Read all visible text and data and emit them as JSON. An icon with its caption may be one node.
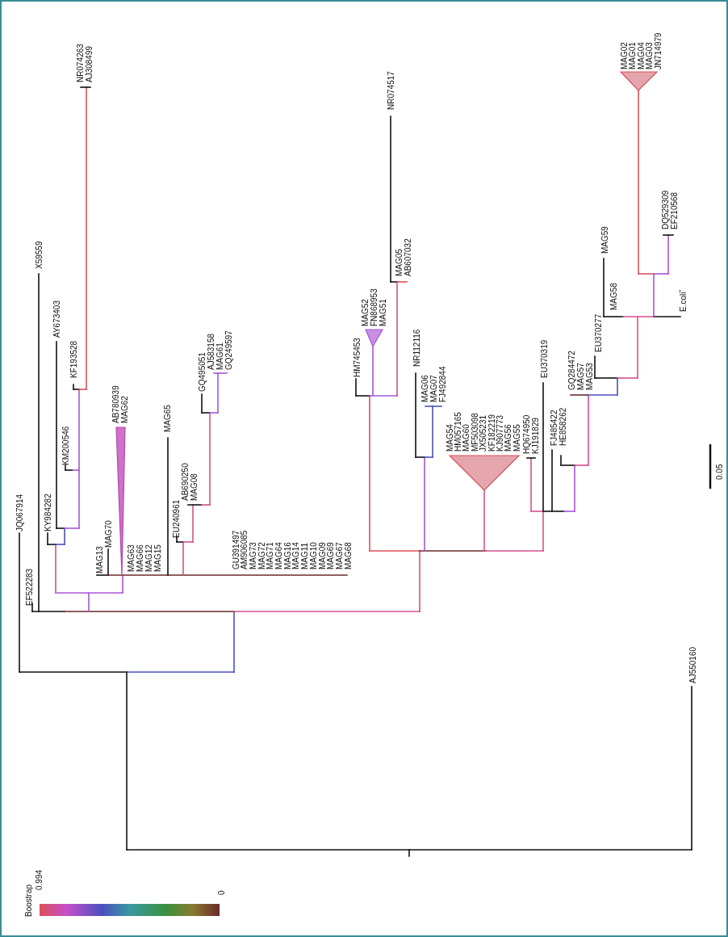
{
  "diagram": {
    "labels": [
      "JQ067914",
      "EF522283",
      "KY984282",
      "X59559",
      "AY673403",
      "KM200546",
      "KF193528",
      "NR074263",
      "AJ308499",
      "MAG13",
      "MAG70",
      "AB780939",
      "MAG62",
      "MAG63",
      "MAG66",
      "MAG12",
      "MAG15",
      "MAG65",
      "EU240961",
      "AB690250",
      "MAG08",
      "GQ495051",
      "AJ583158",
      "MAG61",
      "GQ249597",
      "GU391497",
      "AM906085",
      "MAG73",
      "MAG72",
      "MAG71",
      "MAG64",
      "MAG16",
      "MAG14",
      "MAG11",
      "MAG10",
      "MAG09",
      "MAG69",
      "MAG67",
      "MAG68",
      "HM745453",
      "MAG52",
      "FN868953",
      "MAG51",
      "NR074517",
      "MAG05",
      "AB607032",
      "NR112116",
      "MAG06",
      "MAG07",
      "FJ492844",
      "MAG54",
      "HM057165",
      "MAG60",
      "MF503098",
      "JX505231",
      "KF182219",
      "KJ907773",
      "MAG56",
      "MAG55",
      "HQ674950",
      "KJ191829",
      "EU370319",
      "FJ485422",
      "HE858262",
      "GQ284472",
      "MAG57",
      "MAG53",
      "EU370277",
      "MAG59",
      "MAG58",
      "E.coli$^{*}$",
      "MAG02",
      "MAG01",
      "MAG04",
      "MAG03",
      "JN714979",
      "DQ529309",
      "EF210568",
      "AJ550160",
      "0.05",
      "Boostrap",
      "0.994",
      "0"
    ]
  }
}
